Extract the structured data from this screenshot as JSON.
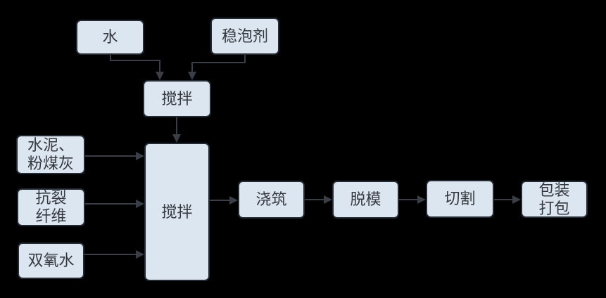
{
  "diagram": {
    "nodes": {
      "water": {
        "label": "水"
      },
      "stabilizer": {
        "label": "稳泡剂"
      },
      "mix1": {
        "label": "搅拌"
      },
      "cement": {
        "label": "水泥、\n粉煤灰"
      },
      "fiber": {
        "label": "抗裂\n纤维"
      },
      "peroxide": {
        "label": "双氧水"
      },
      "mix2": {
        "label": "搅拌"
      },
      "pour": {
        "label": "浇筑"
      },
      "demold": {
        "label": "脱模"
      },
      "cut": {
        "label": "切割"
      },
      "pack": {
        "label": "包装\n打包"
      }
    },
    "edges": [
      {
        "from": "water",
        "to": "mix1"
      },
      {
        "from": "stabilizer",
        "to": "mix1"
      },
      {
        "from": "mix1",
        "to": "mix2"
      },
      {
        "from": "cement",
        "to": "mix2"
      },
      {
        "from": "fiber",
        "to": "mix2"
      },
      {
        "from": "peroxide",
        "to": "mix2"
      },
      {
        "from": "mix2",
        "to": "pour"
      },
      {
        "from": "pour",
        "to": "demold"
      },
      {
        "from": "demold",
        "to": "cut"
      },
      {
        "from": "cut",
        "to": "pack"
      }
    ],
    "colors": {
      "background": "#000000",
      "node_fill": "#dce6f1",
      "node_border": "#242a34",
      "arrow": "#3a3f47",
      "text": "#35393f"
    }
  }
}
